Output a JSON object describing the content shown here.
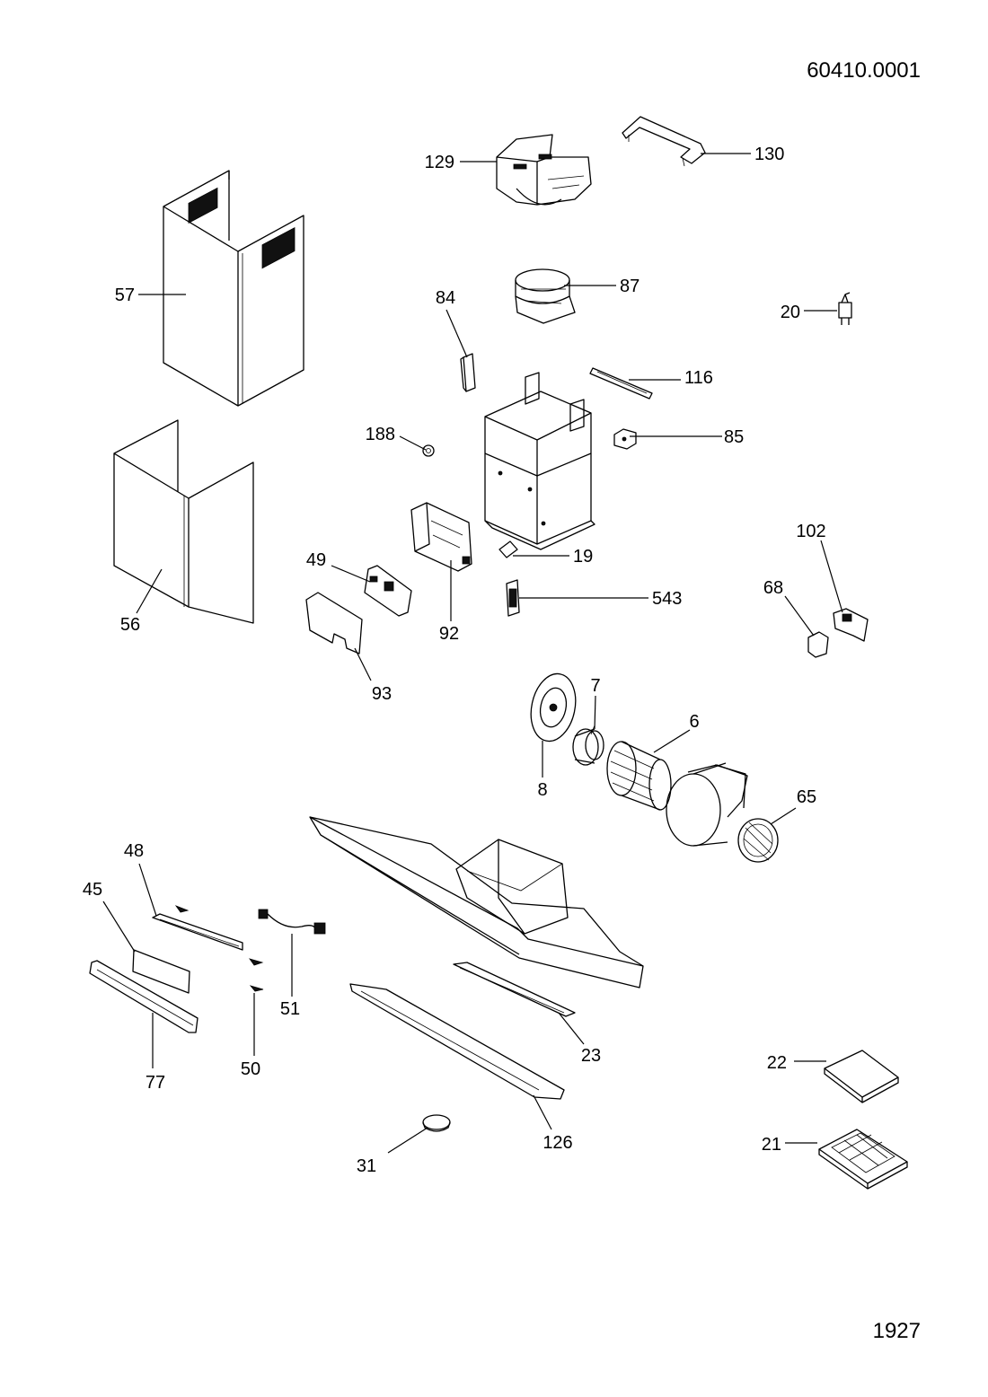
{
  "document": {
    "code": "60410.0001",
    "page_number": "1927"
  },
  "callouts": {
    "p129": "129",
    "p130": "130",
    "p57": "57",
    "p87": "87",
    "p84": "84",
    "p20": "20",
    "p116": "116",
    "p188": "188",
    "p85": "85",
    "p102": "102",
    "p19": "19",
    "p49": "49",
    "p68": "68",
    "p543": "543",
    "p56": "56",
    "p92": "92",
    "p93": "93",
    "p7": "7",
    "p6": "6",
    "p8": "8",
    "p65": "65",
    "p48": "48",
    "p45": "45",
    "p51": "51",
    "p23": "23",
    "p77": "77",
    "p50": "50",
    "p22": "22",
    "p21": "21",
    "p126": "126",
    "p31": "31"
  }
}
